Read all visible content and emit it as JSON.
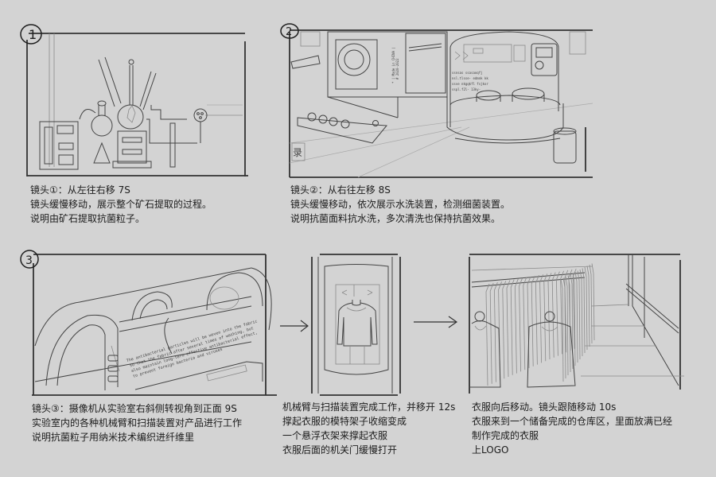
{
  "colors": {
    "background": "#d3d3d3",
    "ink": "#333333"
  },
  "shots": [
    {
      "number": "1",
      "caption": [
        "镜头①：从左往右移 7S",
        "镜头缓慢移动，展示整个矿石提取的过程。",
        "说明由矿石提取抗菌粒子。"
      ]
    },
    {
      "number": "2",
      "sketch_text": {
        "machine_label": "* | Made in CHINA |",
        "machine_year": "# 2020-2022",
        "screen_lines": [
          "ssnsas ssasaoqfj",
          "nsl.tlsse- edmnk kk",
          "ssve nkgqkfl fsjkor",
          "sspl.f2l- 13ky-"
        ],
        "sign": "录"
      },
      "caption": [
        "镜头②：从右往左移 8S",
        "镜头缓慢移动，依次展示水洗装置，检测细菌装置。",
        "说明抗菌面料抗水洗，多次清洗也保持抗菌效果。"
      ]
    },
    {
      "number": "3",
      "sketch_text": {
        "fabric_lines": [
          "The antibacterial particles will be woven into the fabric",
          "so that the fabric after several times of washing, but",
          "also maintain long-term effective antibacterial effect,",
          "to prevent foreign bacteria and viruses"
        ]
      },
      "caption": [
        "镜头③：摄像机从实验室右斜侧转视角到正面 9S",
        "实验室内的各种机械臂和扫描装置对产品进行工作",
        "说明抗菌粒子用纳米技术编织进纤维里"
      ]
    },
    {
      "number": "",
      "caption": [
        "机械臂与扫描装置完成工作，并移开 12s",
        "撑起衣服的模特架子收缩变成",
        "一个悬浮衣架来撑起衣服",
        "衣服后面的机关门缓慢打开"
      ]
    },
    {
      "number": "",
      "caption": [
        "衣服向后移动。镜头跟随移动 10s",
        "衣服来到一个储备完成的仓库区，里面放满已经",
        "制作完成的衣服",
        "上LOGO"
      ]
    }
  ]
}
